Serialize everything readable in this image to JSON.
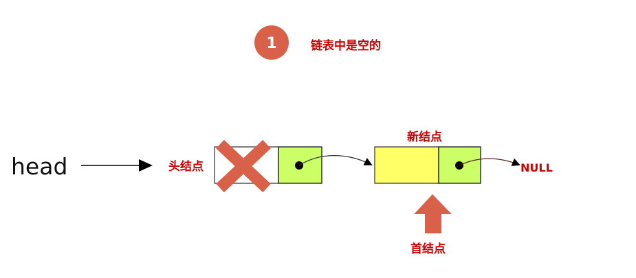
{
  "step": {
    "number": "1",
    "caption": "链表中是空的"
  },
  "labels": {
    "head": "head",
    "head_node": "头结点",
    "new_node": "新结点",
    "first_node": "首结点",
    "null": "NULL"
  },
  "colors": {
    "accent": "#d9614a",
    "label_red": "#cc0000",
    "pointer_field": "#ccff66",
    "data_field": "#ffff66"
  }
}
